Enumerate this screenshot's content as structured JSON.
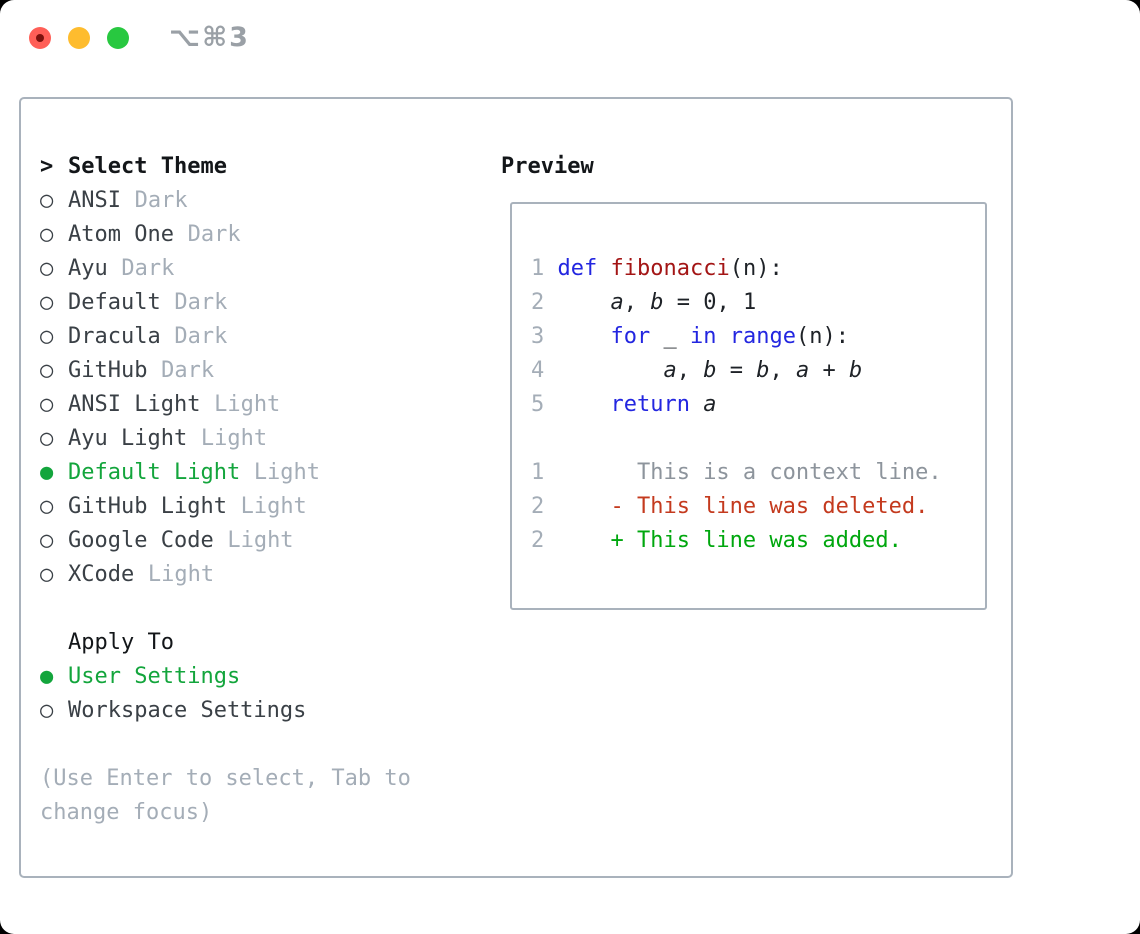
{
  "colors": {
    "border": "#a9b2bc",
    "ink": "#131619",
    "name": "#3a4046",
    "muted": "#a4adb7",
    "ctx": "#8d949c",
    "green": "#13a53c",
    "add": "#00a70e",
    "del": "#c43a1e",
    "kw": "#2326e0",
    "fn": "#a31515",
    "code": "#1e2227",
    "traffic_red": "#ff5f57",
    "traffic_yellow": "#febc2e",
    "traffic_green": "#28c840",
    "red_dot": "#7c120d",
    "shortcut": "#9aa0a6"
  },
  "titlebar": {
    "shortcut": "⌥⌘3"
  },
  "theme_menu": {
    "cursor": ">",
    "title": "Select Theme",
    "radio_unselected": "○",
    "radio_selected": "●",
    "items": [
      {
        "name": "ANSI",
        "variant": "Dark",
        "selected": false
      },
      {
        "name": "Atom One",
        "variant": "Dark",
        "selected": false
      },
      {
        "name": "Ayu",
        "variant": "Dark",
        "selected": false
      },
      {
        "name": "Default",
        "variant": "Dark",
        "selected": false
      },
      {
        "name": "Dracula",
        "variant": "Dark",
        "selected": false
      },
      {
        "name": "GitHub",
        "variant": "Dark",
        "selected": false
      },
      {
        "name": "ANSI Light",
        "variant": "Light",
        "selected": false
      },
      {
        "name": "Ayu Light",
        "variant": "Light",
        "selected": false
      },
      {
        "name": "Default Light",
        "variant": "Light",
        "selected": true
      },
      {
        "name": "GitHub Light",
        "variant": "Light",
        "selected": false
      },
      {
        "name": "Google Code",
        "variant": "Light",
        "selected": false
      },
      {
        "name": "XCode",
        "variant": "Light",
        "selected": false
      }
    ]
  },
  "apply_to": {
    "title": "Apply To",
    "items": [
      {
        "label": "User Settings",
        "selected": true
      },
      {
        "label": "Workspace Settings",
        "selected": false
      }
    ]
  },
  "help_text": "(Use Enter to select, Tab to change focus)",
  "preview": {
    "title": "Preview",
    "lines": [
      {
        "segments": [
          {
            "s": "num",
            "t": "1 "
          },
          {
            "s": "kw",
            "t": "def"
          },
          {
            "s": "plain",
            "t": " "
          },
          {
            "s": "fn",
            "t": "fibonacci"
          },
          {
            "s": "plain",
            "t": "(n):"
          }
        ]
      },
      {
        "segments": [
          {
            "s": "num",
            "t": "2 "
          },
          {
            "s": "plain",
            "t": "    "
          },
          {
            "s": "var",
            "t": "a"
          },
          {
            "s": "plain",
            "t": ", "
          },
          {
            "s": "var",
            "t": "b"
          },
          {
            "s": "plain",
            "t": " = 0, 1"
          }
        ]
      },
      {
        "segments": [
          {
            "s": "num",
            "t": "3 "
          },
          {
            "s": "plain",
            "t": "    "
          },
          {
            "s": "kw",
            "t": "for"
          },
          {
            "s": "plain",
            "t": " _ "
          },
          {
            "s": "kw",
            "t": "in"
          },
          {
            "s": "plain",
            "t": " "
          },
          {
            "s": "kw",
            "t": "range"
          },
          {
            "s": "plain",
            "t": "(n):"
          }
        ]
      },
      {
        "segments": [
          {
            "s": "num",
            "t": "4 "
          },
          {
            "s": "plain",
            "t": "        "
          },
          {
            "s": "var",
            "t": "a"
          },
          {
            "s": "plain",
            "t": ", "
          },
          {
            "s": "var",
            "t": "b"
          },
          {
            "s": "plain",
            "t": " = "
          },
          {
            "s": "var",
            "t": "b"
          },
          {
            "s": "plain",
            "t": ", "
          },
          {
            "s": "var",
            "t": "a"
          },
          {
            "s": "plain",
            "t": " + "
          },
          {
            "s": "var",
            "t": "b"
          }
        ]
      },
      {
        "segments": [
          {
            "s": "num",
            "t": "5 "
          },
          {
            "s": "plain",
            "t": "    "
          },
          {
            "s": "kw",
            "t": "return"
          },
          {
            "s": "plain",
            "t": " "
          },
          {
            "s": "var",
            "t": "a"
          }
        ]
      },
      {
        "segments": []
      },
      {
        "segments": [
          {
            "s": "num",
            "t": "1"
          },
          {
            "s": "ctx",
            "t": "       This is a context line."
          }
        ]
      },
      {
        "segments": [
          {
            "s": "num",
            "t": "2"
          },
          {
            "s": "del",
            "t": "     - This line was deleted."
          }
        ]
      },
      {
        "segments": [
          {
            "s": "num",
            "t": "2"
          },
          {
            "s": "add",
            "t": "     + This line was added."
          }
        ]
      }
    ]
  }
}
